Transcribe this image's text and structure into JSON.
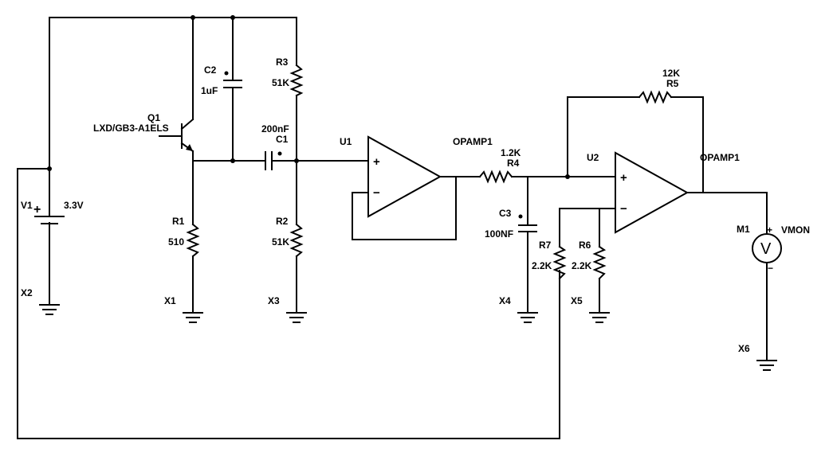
{
  "schematic": {
    "battery": {
      "name": "V1",
      "value": "3.3V",
      "plus": "+"
    },
    "transistor": {
      "name": "Q1",
      "part": "LXD/GB3-A1ELS"
    },
    "capacitors": [
      {
        "name": "C2",
        "value": "1uF"
      },
      {
        "name": "C1",
        "value": "200nF"
      },
      {
        "name": "C3",
        "value": "100NF"
      }
    ],
    "resistors": [
      {
        "name": "R1",
        "value": "510"
      },
      {
        "name": "R3",
        "value": "51K"
      },
      {
        "name": "R2",
        "value": "51K"
      },
      {
        "name": "R4",
        "value": "1.2K"
      },
      {
        "name": "R5",
        "value": "12K"
      },
      {
        "name": "R7",
        "value": "2.2K"
      },
      {
        "name": "R6",
        "value": "2.2K"
      }
    ],
    "opamps": [
      {
        "name": "U1",
        "plus": "+",
        "minus": "−"
      },
      {
        "name": "U2",
        "plus": "+",
        "minus": "−"
      }
    ],
    "net_labels": [
      "OPAMP1",
      "OPAMP1"
    ],
    "grounds": [
      "X2",
      "X1",
      "X3",
      "X4",
      "X5",
      "X6"
    ],
    "meter": {
      "name": "M1",
      "label": "VMON",
      "symbol": "V",
      "plus": "+",
      "minus": "−"
    }
  }
}
